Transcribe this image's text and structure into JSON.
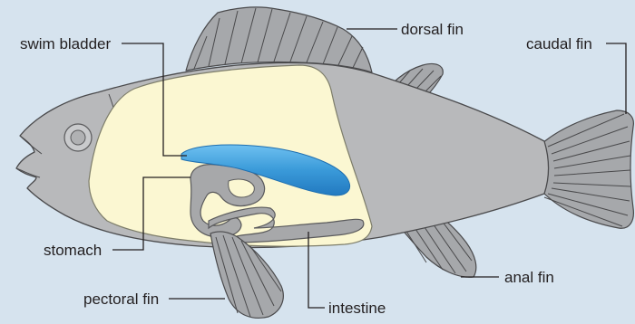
{
  "labels": {
    "swim_bladder": "swim bladder",
    "dorsal_fin": "dorsal fin",
    "caudal_fin": "caudal fin",
    "stomach": "stomach",
    "anal_fin": "anal fin",
    "pectoral_fin": "pectoral fin",
    "intestine": "intestine"
  },
  "colors": {
    "background": "#d6e3ee",
    "body": "#b8b9bb",
    "fins": "#a6a8ab",
    "body_cavity": "#fbf7d2",
    "swim_bladder": "#3a9ad9"
  }
}
